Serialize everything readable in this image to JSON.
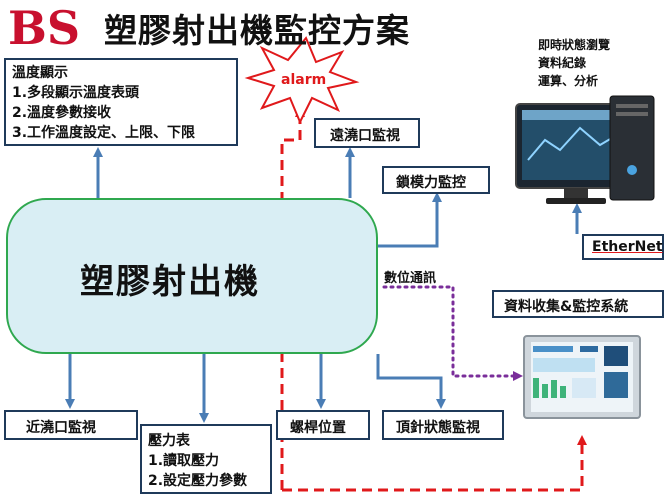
{
  "logo": {
    "text": "BS"
  },
  "title": "塑膠射出機監控方案",
  "alarm": {
    "text": "alarm"
  },
  "machine": {
    "label": "塑膠射出機"
  },
  "temperature_box": {
    "title": "溫度顯示",
    "lines": [
      "1.多段顯示溫度表頭",
      "2.溫度參數接收",
      "3.工作溫度設定、上限、下限"
    ]
  },
  "pressure_box": {
    "title": "壓力表",
    "lines": [
      "1.讀取壓力",
      "2.設定壓力參數"
    ]
  },
  "labels": {
    "remote_gate": "遠澆口監視",
    "clamp_force": "鎖模力監控",
    "near_gate": "近澆口監視",
    "screw_position": "螺桿位置",
    "ejector_pin": "頂針狀態監視",
    "data_system": "資料收集&監控系統",
    "ethernet": "EtherNet",
    "digital_comm": "數位通訊"
  },
  "pc_caption": [
    "即時狀態瀏覽",
    "資料紀錄",
    "運算、分析"
  ],
  "colors": {
    "arrow_blue": "#4a7db5",
    "dashed_red": "#e0191b",
    "dotted_purple": "#7a2e9a",
    "machine_fill": "#d9eef4",
    "machine_border": "#2fa84f",
    "box_border": "#1f3a5a"
  }
}
